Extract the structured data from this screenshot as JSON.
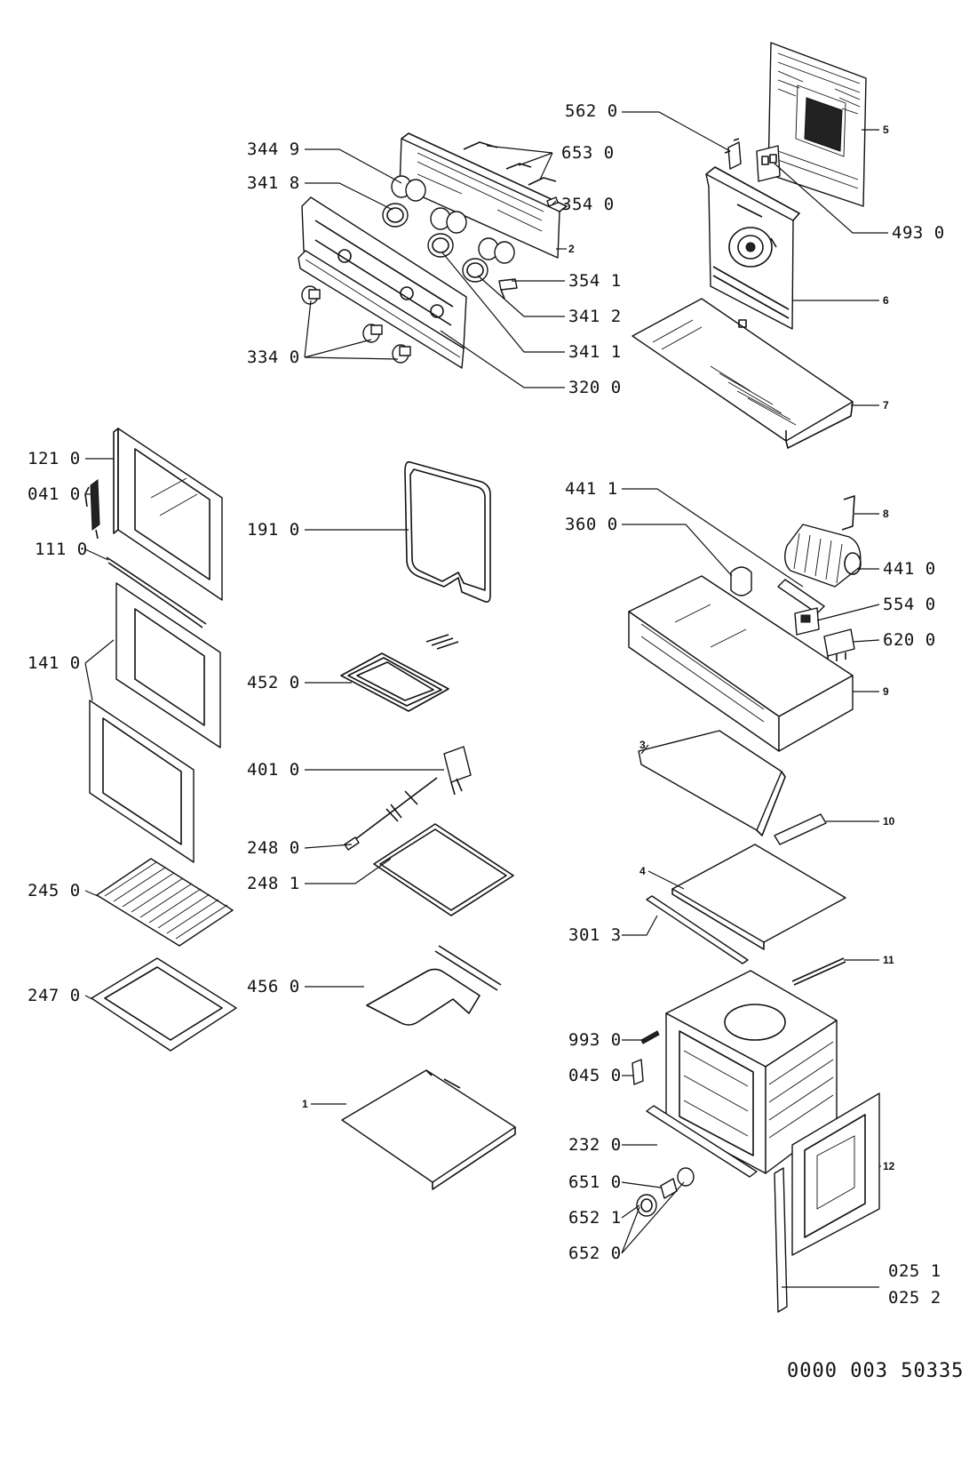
{
  "diagram": {
    "footer_code": "0000 003 50335",
    "labels": [
      {
        "id": "l5620",
        "text": "562 0"
      },
      {
        "id": "l3449",
        "text": "344 9"
      },
      {
        "id": "l6530",
        "text": "653 0"
      },
      {
        "id": "l3418",
        "text": "341 8"
      },
      {
        "id": "l3540",
        "text": "354 0"
      },
      {
        "id": "l4930",
        "text": "493 0"
      },
      {
        "id": "l3541",
        "text": "354 1"
      },
      {
        "id": "l3412",
        "text": "341 2"
      },
      {
        "id": "l3411",
        "text": "341 1"
      },
      {
        "id": "l3340",
        "text": "334 0"
      },
      {
        "id": "l3200",
        "text": "320 0"
      },
      {
        "id": "l1210",
        "text": "121 0"
      },
      {
        "id": "l0410",
        "text": "041 0"
      },
      {
        "id": "l1110",
        "text": "111 0"
      },
      {
        "id": "l1910",
        "text": "191 0"
      },
      {
        "id": "l4411",
        "text": "441 1"
      },
      {
        "id": "l3600",
        "text": "360 0"
      },
      {
        "id": "l4410",
        "text": "441 0"
      },
      {
        "id": "l5540",
        "text": "554 0"
      },
      {
        "id": "l6200",
        "text": "620 0"
      },
      {
        "id": "l1410",
        "text": "141 0"
      },
      {
        "id": "l4520",
        "text": "452 0"
      },
      {
        "id": "l4010",
        "text": "401 0"
      },
      {
        "id": "l2480",
        "text": "248 0"
      },
      {
        "id": "l2481",
        "text": "248 1"
      },
      {
        "id": "l2450",
        "text": "245 0"
      },
      {
        "id": "l3013",
        "text": "301 3"
      },
      {
        "id": "l2470",
        "text": "247 0"
      },
      {
        "id": "l4560",
        "text": "456 0"
      },
      {
        "id": "l9930",
        "text": "993 0"
      },
      {
        "id": "l0450",
        "text": "045 0"
      },
      {
        "id": "l2320",
        "text": "232 0"
      },
      {
        "id": "l6510",
        "text": "651 0"
      },
      {
        "id": "l6521",
        "text": "652 1"
      },
      {
        "id": "l6520",
        "text": "652 0"
      },
      {
        "id": "l0251",
        "text": "025 1"
      },
      {
        "id": "l0252",
        "text": "025 2"
      }
    ],
    "small_labels": [
      {
        "id": "s2",
        "text": "2"
      },
      {
        "id": "s5",
        "text": "5"
      },
      {
        "id": "s6",
        "text": "6"
      },
      {
        "id": "s7",
        "text": "7"
      },
      {
        "id": "s8",
        "text": "8"
      },
      {
        "id": "s9",
        "text": "9"
      },
      {
        "id": "s3",
        "text": "3"
      },
      {
        "id": "s10",
        "text": "10"
      },
      {
        "id": "s4",
        "text": "4"
      },
      {
        "id": "s11",
        "text": "11"
      },
      {
        "id": "s1",
        "text": "1"
      },
      {
        "id": "s12",
        "text": "12"
      }
    ]
  }
}
